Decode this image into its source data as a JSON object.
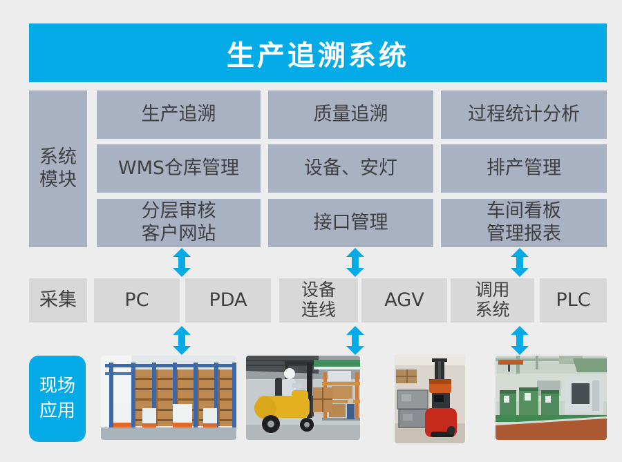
{
  "title": "生产追溯系统",
  "modules": {
    "label": "系统\n模块",
    "items": [
      "生产追溯",
      "质量追溯",
      "过程统计分析",
      "WMS仓库管理",
      "设备、安灯",
      "排产管理",
      "分层审核\n客户网站",
      "接口管理",
      "车间看板\n管理报表"
    ]
  },
  "collection": {
    "label": "采集",
    "items": [
      "PC",
      "PDA",
      "设备\n连线",
      "AGV",
      "调用\n系统",
      "PLC"
    ]
  },
  "field": {
    "label": "现场\n应用",
    "photos": [
      "warehouse-racking",
      "forklift-operation",
      "agv-robot",
      "factory-machines"
    ]
  },
  "colors": {
    "accent_blue": "#04ABE6",
    "module_box": "#A9B2C3",
    "collection_box": "#D8D8D8",
    "background": "#EDEDED",
    "text": "#3F3F3F",
    "title_text": "#FFFFFF"
  }
}
